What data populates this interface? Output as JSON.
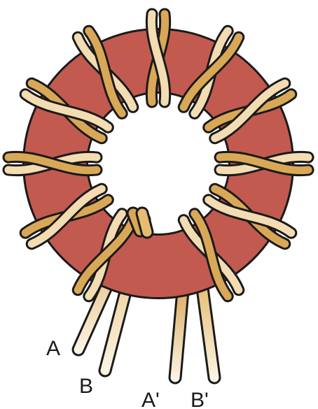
{
  "diagram": {
    "core_color": "#c25a50",
    "core_outline_color": "#1a1a1a",
    "wire_a_color": "#d9a857",
    "wire_b_color": "#f3dcb2",
    "wire_outline_color": "#1a1a1a",
    "turn_count": 12,
    "leads": {
      "a_start": "A",
      "b_start": "B",
      "a_end": "A'",
      "b_end": "B'"
    }
  }
}
